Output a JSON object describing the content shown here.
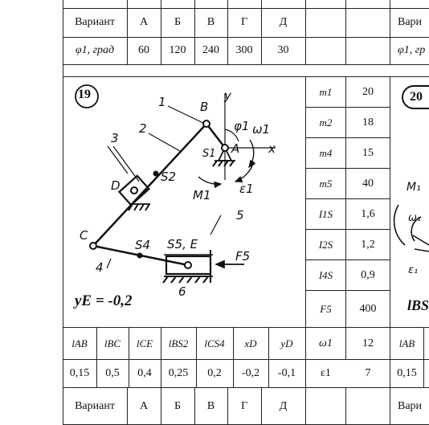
{
  "top_table": {
    "variant_label": "Вариант",
    "letters": [
      "А",
      "Б",
      "В",
      "Г",
      "Д"
    ],
    "phi_label": "φ1, град",
    "phi_values": [
      "60",
      "120",
      "240",
      "300",
      "30"
    ]
  },
  "right_fragment": {
    "variant_label": "Вари",
    "phi_label": "φ1, гр",
    "problem_number": "20",
    "bottom_param": "lAB",
    "bottom_value": "0,15",
    "formula": "lBS"
  },
  "problem": {
    "number": "19",
    "formula": "yE = -0,2",
    "diagram_labels": [
      "1",
      "2",
      "3",
      "4",
      "5",
      "6",
      "B",
      "y",
      "φ1",
      "ω1",
      "A",
      "x",
      "S1",
      "S2",
      "D",
      "M1",
      "ε1",
      "C",
      "S4",
      "S5, E",
      "F5"
    ]
  },
  "params": [
    {
      "name": "m1",
      "value": "20"
    },
    {
      "name": "m2",
      "value": "18"
    },
    {
      "name": "m4",
      "value": "15"
    },
    {
      "name": "m5",
      "value": "40"
    },
    {
      "name": "I1S",
      "value": "1,6"
    },
    {
      "name": "I2S",
      "value": "1,2"
    },
    {
      "name": "I4S",
      "value": "0,9"
    },
    {
      "name": "F5",
      "value": "400"
    }
  ],
  "lengths": {
    "headers": [
      "lAB",
      "lBC",
      "lCE",
      "lBS2",
      "lCS4",
      "xD",
      "yD"
    ],
    "values": [
      "0,15",
      "0,5",
      "0,4",
      "0,25",
      "0,2",
      "-0,2",
      "-0,1"
    ],
    "omega_label": "ω1",
    "omega_value": "12",
    "eps_label": "ε1",
    "eps_value": "7"
  },
  "bottom_table": {
    "variant_label": "Вариант",
    "letters": [
      "А",
      "Б",
      "В",
      "Г",
      "Д"
    ],
    "right_variant_label": "Вари"
  }
}
